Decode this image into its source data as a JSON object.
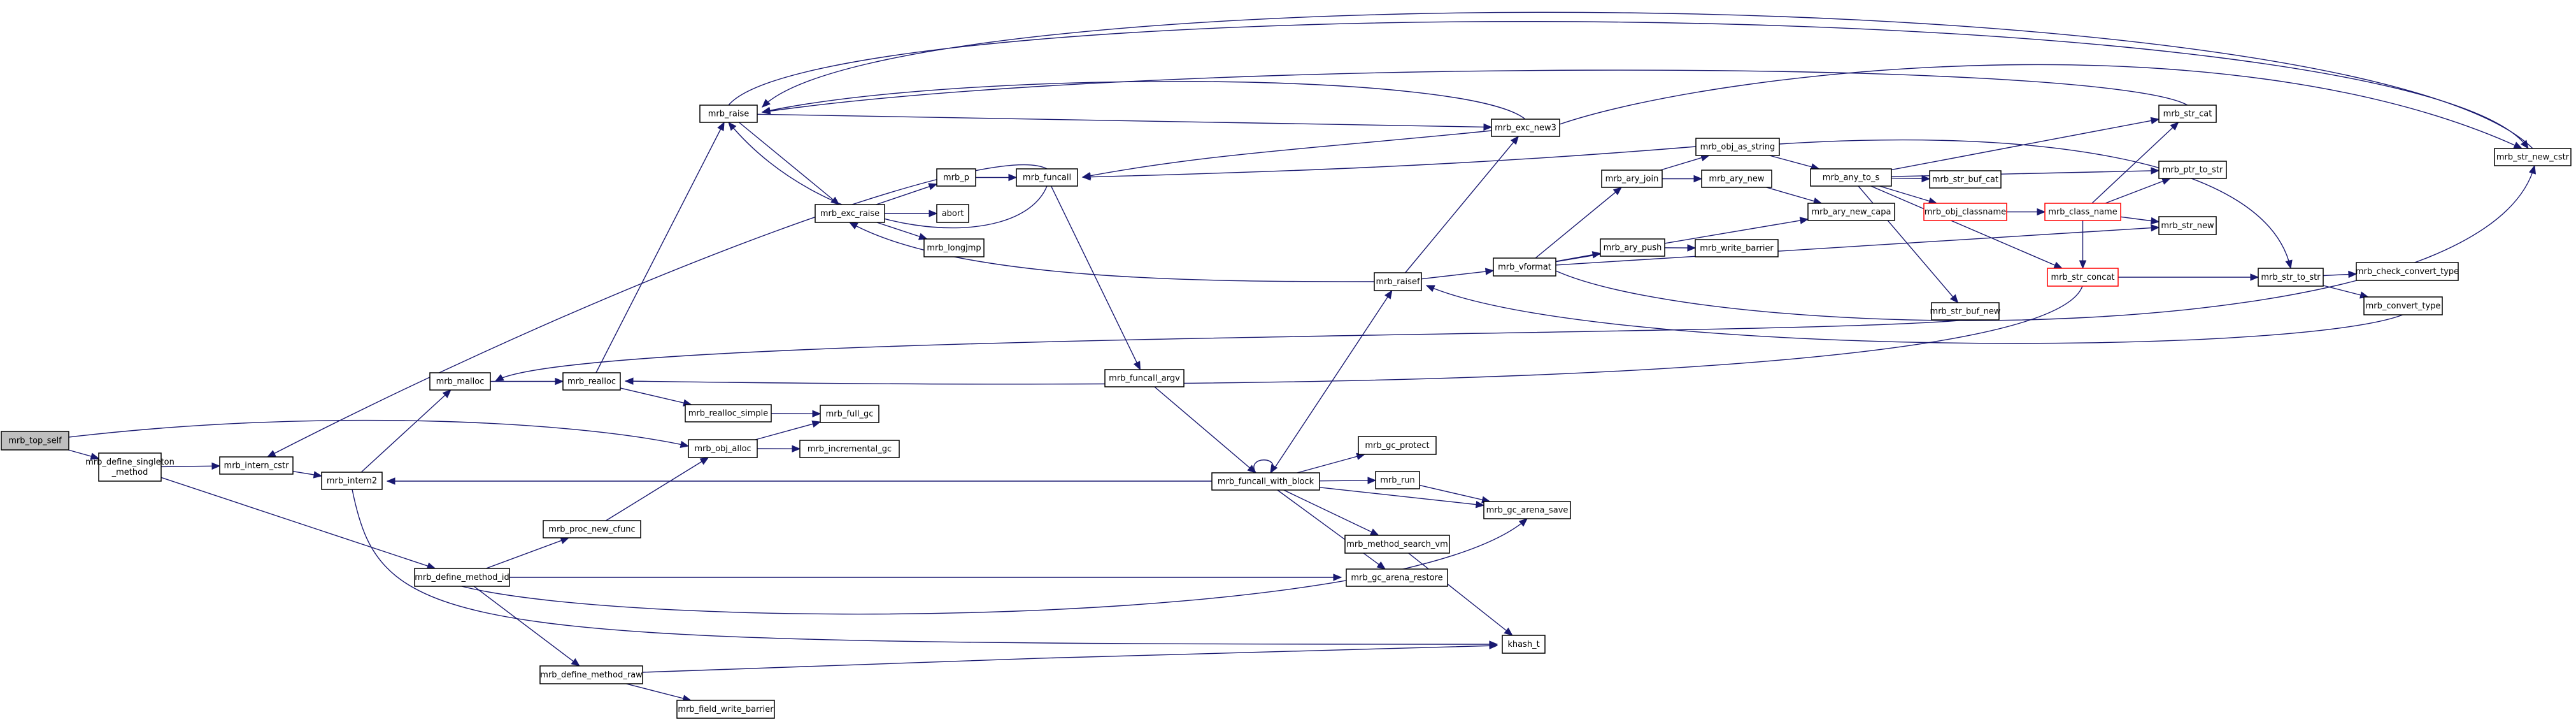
{
  "graph": {
    "colors": {
      "edge": "#191970",
      "node_border": "#000000",
      "node_border_highlight": "#ff0000",
      "root_fill": "#bfbfbf",
      "background": "#ffffff"
    },
    "root": "mrb_top_self",
    "highlighted": [
      "mrb_obj_classname",
      "mrb_class_name",
      "mrb_str_concat"
    ],
    "nodes": [
      {
        "id": "mrb_top_self",
        "lines": [
          "mrb_top_self"
        ]
      },
      {
        "id": "mrb_define_singleton_method",
        "lines": [
          "mrb_define_singleton",
          "_method"
        ]
      },
      {
        "id": "mrb_intern_cstr",
        "lines": [
          "mrb_intern_cstr"
        ]
      },
      {
        "id": "mrb_intern2",
        "lines": [
          "mrb_intern2"
        ]
      },
      {
        "id": "mrb_define_method_id",
        "lines": [
          "mrb_define_method_id"
        ]
      },
      {
        "id": "mrb_malloc",
        "lines": [
          "mrb_malloc"
        ]
      },
      {
        "id": "mrb_realloc",
        "lines": [
          "mrb_realloc"
        ]
      },
      {
        "id": "mrb_raise",
        "lines": [
          "mrb_raise"
        ]
      },
      {
        "id": "mrb_exc_raise",
        "lines": [
          "mrb_exc_raise"
        ]
      },
      {
        "id": "mrb_p",
        "lines": [
          "mrb_p"
        ]
      },
      {
        "id": "abort",
        "lines": [
          "abort"
        ]
      },
      {
        "id": "mrb_longjmp",
        "lines": [
          "mrb_longjmp"
        ]
      },
      {
        "id": "mrb_funcall",
        "lines": [
          "mrb_funcall"
        ]
      },
      {
        "id": "mrb_funcall_argv",
        "lines": [
          "mrb_funcall_argv"
        ]
      },
      {
        "id": "mrb_realloc_simple",
        "lines": [
          "mrb_realloc_simple"
        ]
      },
      {
        "id": "mrb_full_gc",
        "lines": [
          "mrb_full_gc"
        ]
      },
      {
        "id": "mrb_obj_alloc",
        "lines": [
          "mrb_obj_alloc"
        ]
      },
      {
        "id": "mrb_incremental_gc",
        "lines": [
          "mrb_incremental_gc"
        ]
      },
      {
        "id": "mrb_proc_new_cfunc",
        "lines": [
          "mrb_proc_new_cfunc"
        ]
      },
      {
        "id": "mrb_define_method_raw",
        "lines": [
          "mrb_define_method_raw"
        ]
      },
      {
        "id": "mrb_field_write_barrier",
        "lines": [
          "mrb_field_write_barrier"
        ]
      },
      {
        "id": "mrb_funcall_with_block",
        "lines": [
          "mrb_funcall_with_block"
        ]
      },
      {
        "id": "mrb_gc_protect",
        "lines": [
          "mrb_gc_protect"
        ]
      },
      {
        "id": "mrb_run",
        "lines": [
          "mrb_run"
        ]
      },
      {
        "id": "mrb_gc_arena_save",
        "lines": [
          "mrb_gc_arena_save"
        ]
      },
      {
        "id": "mrb_method_search_vm",
        "lines": [
          "mrb_method_search_vm"
        ]
      },
      {
        "id": "mrb_gc_arena_restore",
        "lines": [
          "mrb_gc_arena_restore"
        ]
      },
      {
        "id": "khash_t",
        "lines": [
          "khash_t"
        ]
      },
      {
        "id": "mrb_raisef",
        "lines": [
          "mrb_raisef"
        ]
      },
      {
        "id": "mrb_exc_new3",
        "lines": [
          "mrb_exc_new3"
        ]
      },
      {
        "id": "mrb_vformat",
        "lines": [
          "mrb_vformat"
        ]
      },
      {
        "id": "mrb_ary_join",
        "lines": [
          "mrb_ary_join"
        ]
      },
      {
        "id": "mrb_obj_as_string",
        "lines": [
          "mrb_obj_as_string"
        ]
      },
      {
        "id": "mrb_ary_new",
        "lines": [
          "mrb_ary_new"
        ]
      },
      {
        "id": "mrb_ary_new_capa",
        "lines": [
          "mrb_ary_new_capa"
        ]
      },
      {
        "id": "mrb_ary_push",
        "lines": [
          "mrb_ary_push"
        ]
      },
      {
        "id": "mrb_write_barrier",
        "lines": [
          "mrb_write_barrier"
        ]
      },
      {
        "id": "mrb_any_to_s",
        "lines": [
          "mrb_any_to_s"
        ]
      },
      {
        "id": "mrb_str_cat",
        "lines": [
          "mrb_str_cat"
        ]
      },
      {
        "id": "mrb_str_buf_cat",
        "lines": [
          "mrb_str_buf_cat"
        ]
      },
      {
        "id": "mrb_ptr_to_str",
        "lines": [
          "mrb_ptr_to_str"
        ]
      },
      {
        "id": "mrb_obj_classname",
        "lines": [
          "mrb_obj_classname"
        ]
      },
      {
        "id": "mrb_class_name",
        "lines": [
          "mrb_class_name"
        ]
      },
      {
        "id": "mrb_str_new",
        "lines": [
          "mrb_str_new"
        ]
      },
      {
        "id": "mrb_str_buf_new",
        "lines": [
          "mrb_str_buf_new"
        ]
      },
      {
        "id": "mrb_str_concat",
        "lines": [
          "mrb_str_concat"
        ]
      },
      {
        "id": "mrb_str_to_str",
        "lines": [
          "mrb_str_to_str"
        ]
      },
      {
        "id": "mrb_check_convert_type",
        "lines": [
          "mrb_check_convert_type"
        ]
      },
      {
        "id": "mrb_convert_type",
        "lines": [
          "mrb_convert_type"
        ]
      },
      {
        "id": "mrb_str_new_cstr",
        "lines": [
          "mrb_str_new_cstr"
        ]
      }
    ],
    "edges": [
      [
        "mrb_top_self",
        "mrb_define_singleton_method"
      ],
      [
        "mrb_top_self",
        "mrb_obj_alloc"
      ],
      [
        "mrb_define_singleton_method",
        "mrb_intern_cstr"
      ],
      [
        "mrb_define_singleton_method",
        "mrb_define_method_id"
      ],
      [
        "mrb_intern_cstr",
        "mrb_intern2"
      ],
      [
        "mrb_intern2",
        "mrb_malloc"
      ],
      [
        "mrb_intern2",
        "khash_t"
      ],
      [
        "mrb_malloc",
        "mrb_realloc"
      ],
      [
        "mrb_realloc",
        "mrb_raise"
      ],
      [
        "mrb_realloc",
        "mrb_realloc_simple"
      ],
      [
        "mrb_raise",
        "mrb_exc_raise"
      ],
      [
        "mrb_raise",
        "mrb_exc_new3"
      ],
      [
        "mrb_raise",
        "mrb_str_new_cstr"
      ],
      [
        "mrb_exc_raise",
        "mrb_p"
      ],
      [
        "mrb_exc_raise",
        "abort"
      ],
      [
        "mrb_exc_raise",
        "mrb_longjmp"
      ],
      [
        "mrb_p",
        "mrb_funcall"
      ],
      [
        "mrb_funcall",
        "mrb_intern_cstr"
      ],
      [
        "mrb_funcall",
        "mrb_raise"
      ],
      [
        "mrb_funcall",
        "mrb_funcall_argv"
      ],
      [
        "mrb_funcall_argv",
        "mrb_funcall_with_block"
      ],
      [
        "mrb_realloc_simple",
        "mrb_full_gc"
      ],
      [
        "mrb_obj_alloc",
        "mrb_full_gc"
      ],
      [
        "mrb_obj_alloc",
        "mrb_incremental_gc"
      ],
      [
        "mrb_define_method_id",
        "mrb_proc_new_cfunc"
      ],
      [
        "mrb_define_method_id",
        "mrb_define_method_raw"
      ],
      [
        "mrb_define_method_id",
        "mrb_gc_arena_restore"
      ],
      [
        "mrb_define_method_id",
        "mrb_gc_arena_save"
      ],
      [
        "mrb_proc_new_cfunc",
        "mrb_obj_alloc"
      ],
      [
        "mrb_define_method_raw",
        "mrb_field_write_barrier"
      ],
      [
        "mrb_define_method_raw",
        "khash_t"
      ],
      [
        "mrb_funcall_with_block",
        "mrb_intern2"
      ],
      [
        "mrb_funcall_with_block",
        "mrb_funcall_with_block"
      ],
      [
        "mrb_funcall_with_block",
        "mrb_raisef"
      ],
      [
        "mrb_funcall_with_block",
        "mrb_gc_protect"
      ],
      [
        "mrb_funcall_with_block",
        "mrb_run"
      ],
      [
        "mrb_funcall_with_block",
        "mrb_gc_arena_save"
      ],
      [
        "mrb_funcall_with_block",
        "mrb_method_search_vm"
      ],
      [
        "mrb_funcall_with_block",
        "mrb_gc_arena_restore"
      ],
      [
        "mrb_run",
        "mrb_gc_arena_save"
      ],
      [
        "mrb_method_search_vm",
        "khash_t"
      ],
      [
        "mrb_raisef",
        "mrb_exc_raise"
      ],
      [
        "mrb_raisef",
        "mrb_exc_new3"
      ],
      [
        "mrb_raisef",
        "mrb_vformat"
      ],
      [
        "mrb_exc_new3",
        "mrb_raise"
      ],
      [
        "mrb_exc_new3",
        "mrb_funcall"
      ],
      [
        "mrb_exc_new3",
        "mrb_str_new_cstr"
      ],
      [
        "mrb_vformat",
        "mrb_ary_join"
      ],
      [
        "mrb_vformat",
        "mrb_ary_new_capa"
      ],
      [
        "mrb_vformat",
        "mrb_ary_push"
      ],
      [
        "mrb_vformat",
        "mrb_str_new"
      ],
      [
        "mrb_vformat",
        "mrb_str_new_cstr"
      ],
      [
        "mrb_ary_join",
        "mrb_obj_as_string"
      ],
      [
        "mrb_ary_join",
        "mrb_ary_new"
      ],
      [
        "mrb_ary_new",
        "mrb_ary_new_capa"
      ],
      [
        "mrb_ary_push",
        "mrb_write_barrier"
      ],
      [
        "mrb_obj_as_string",
        "mrb_funcall"
      ],
      [
        "mrb_obj_as_string",
        "mrb_any_to_s"
      ],
      [
        "mrb_obj_as_string",
        "mrb_str_to_str"
      ],
      [
        "mrb_any_to_s",
        "mrb_str_cat"
      ],
      [
        "mrb_any_to_s",
        "mrb_str_buf_cat"
      ],
      [
        "mrb_any_to_s",
        "mrb_ptr_to_str"
      ],
      [
        "mrb_any_to_s",
        "mrb_obj_classname"
      ],
      [
        "mrb_any_to_s",
        "mrb_str_buf_new"
      ],
      [
        "mrb_any_to_s",
        "mrb_str_concat"
      ],
      [
        "mrb_obj_classname",
        "mrb_class_name"
      ],
      [
        "mrb_class_name",
        "mrb_str_cat"
      ],
      [
        "mrb_class_name",
        "mrb_ptr_to_str"
      ],
      [
        "mrb_class_name",
        "mrb_str_new"
      ],
      [
        "mrb_class_name",
        "mrb_str_concat"
      ],
      [
        "mrb_str_buf_new",
        "mrb_malloc"
      ],
      [
        "mrb_str_concat",
        "mrb_realloc"
      ],
      [
        "mrb_str_concat",
        "mrb_str_to_str"
      ],
      [
        "mrb_str_to_str",
        "mrb_check_convert_type"
      ],
      [
        "mrb_str_to_str",
        "mrb_convert_type"
      ],
      [
        "mrb_convert_type",
        "mrb_raisef"
      ],
      [
        "mrb_str_cat",
        "mrb_raise"
      ],
      [
        "mrb_str_new_cstr",
        "mrb_raise"
      ]
    ]
  }
}
